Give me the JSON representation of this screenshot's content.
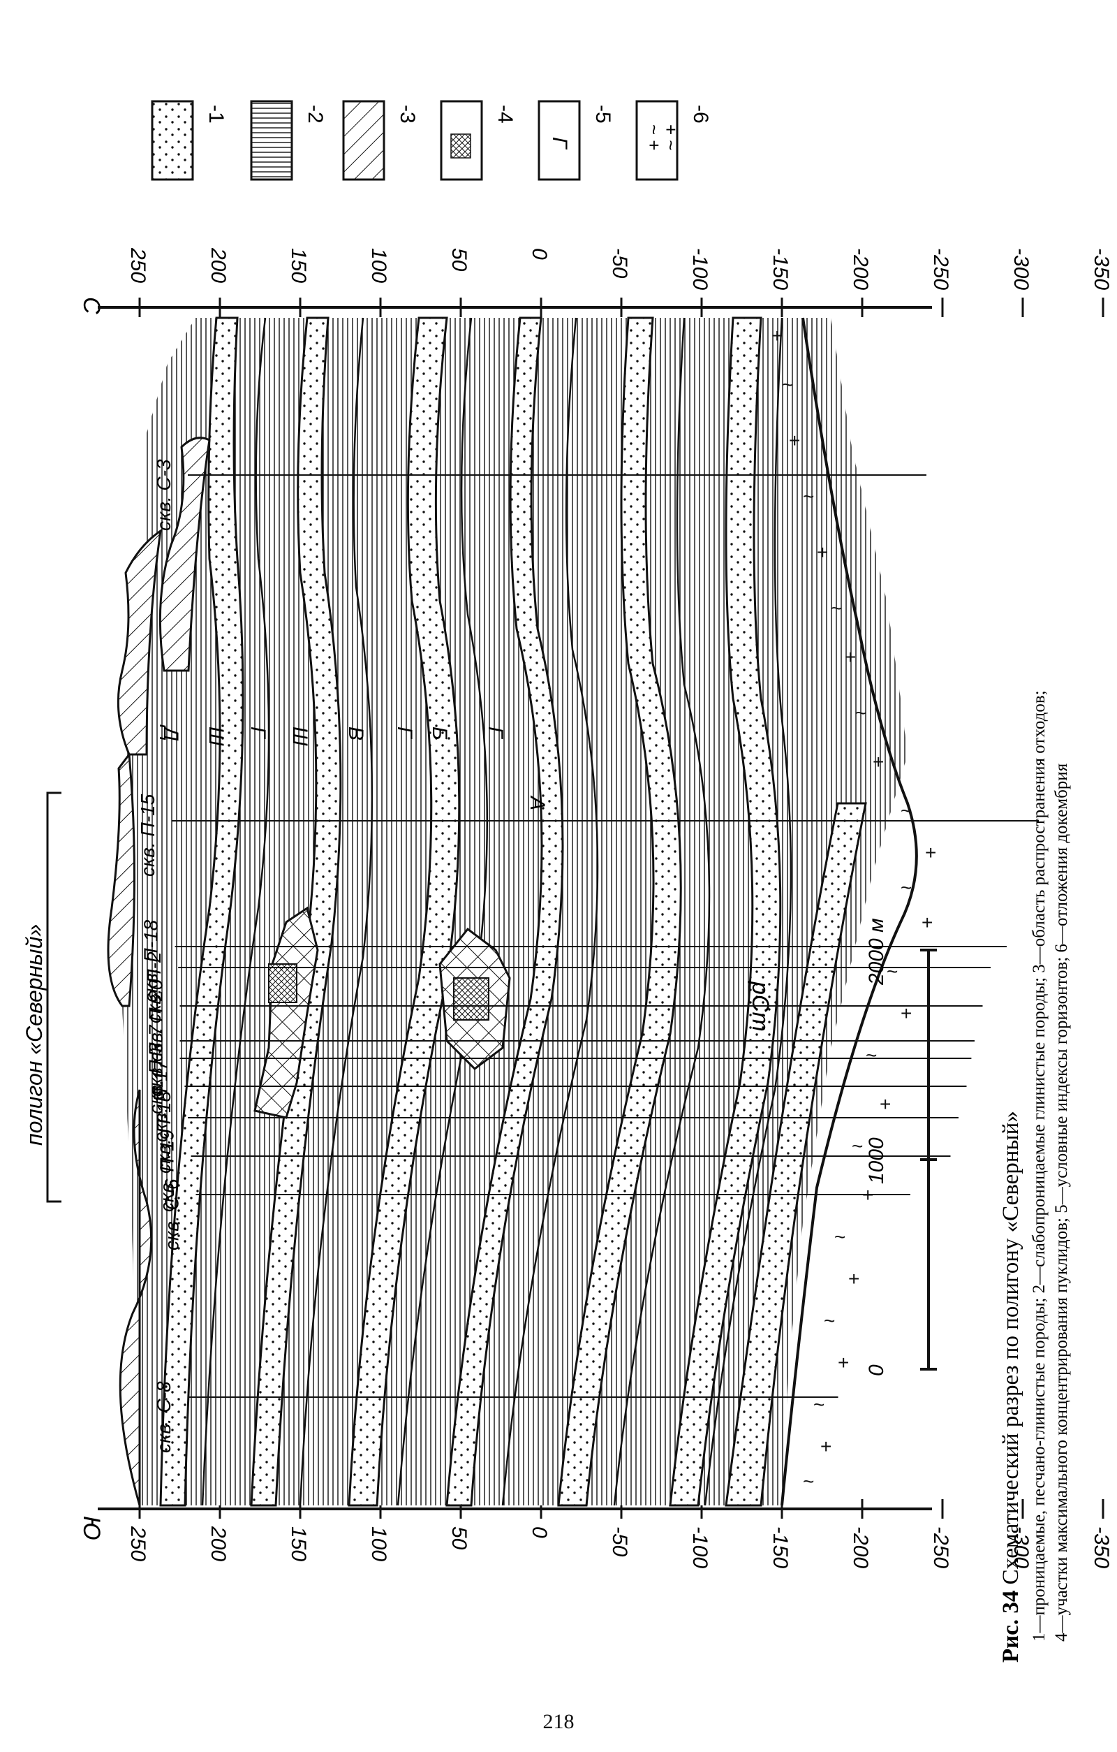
{
  "figure": {
    "caption_title_bold": "Рис. 34",
    "caption_title_rest": " Схематический разрез по полигону «Северный»",
    "caption_lines": [
      "1—проницаемые, песчано-глинистые породы;  2—слабопроницаемые  глинистые  породы;  3—область  распространения  отходов;",
      "4—участки максимального концентрирования пуклидов; 5—условные индексы горизонтов; 6—отложения докембрия"
    ],
    "direction_left": "Ю",
    "direction_right": "С",
    "elevation_ticks": [
      "250",
      "200",
      "150",
      "100",
      "50",
      "0",
      "-50",
      "-100",
      "-150",
      "-200",
      "-250",
      "-300",
      "-350"
    ],
    "elevation_values": [
      250,
      200,
      150,
      100,
      50,
      0,
      -50,
      -100,
      -150,
      -200,
      -250,
      -300,
      -350
    ],
    "scale_bar": {
      "labels": [
        "0",
        "1000",
        "2000 м"
      ],
      "values_m": [
        0,
        1000,
        2000
      ]
    },
    "polygon_label": "полигон «Северный»",
    "wells": [
      {
        "label": "скв. С-8",
        "surface_elev": 220,
        "bottom_elev": -185
      },
      {
        "label": "скв. С-6",
        "surface_elev": 215,
        "bottom_elev": -230
      },
      {
        "label": "скв. П-19",
        "surface_elev": 218,
        "bottom_elev": -255
      },
      {
        "label": "скв. П-18",
        "surface_elev": 220,
        "bottom_elev": -260
      },
      {
        "label": "скв. П-17",
        "surface_elev": 222,
        "bottom_elev": -265
      },
      {
        "label": "скв. П-3",
        "surface_elev": 225,
        "bottom_elev": -268
      },
      {
        "label": "скв. П-7",
        "surface_elev": 225,
        "bottom_elev": -270
      },
      {
        "label": "скв. П-20",
        "surface_elev": 225,
        "bottom_elev": -275
      },
      {
        "label": "скв. П-2",
        "surface_elev": 226,
        "bottom_elev": -280
      },
      {
        "label": "скв. П-18",
        "surface_elev": 228,
        "bottom_elev": -290
      },
      {
        "label": "скв. П-15",
        "surface_elev": 230,
        "bottom_elev": -310
      },
      {
        "label": "скв. С-3",
        "surface_elev": 220,
        "bottom_elev": -240
      }
    ],
    "horizon_labels": [
      "Д",
      "Ш",
      "Г",
      "Ш",
      "В",
      "Г",
      "Б",
      "Г",
      "А"
    ],
    "precambrian_label": "pCm",
    "legend": [
      {
        "number": "-1",
        "pattern": "dots"
      },
      {
        "number": "-2",
        "pattern": "vertical-lines"
      },
      {
        "number": "-3",
        "pattern": "hatch"
      },
      {
        "number": "-4",
        "pattern": "crosshatch-patch"
      },
      {
        "number": "-5",
        "pattern": "letter",
        "symbol": "Г"
      },
      {
        "number": "-6",
        "pattern": "precambrian",
        "symbol": "~ +\n+ ~"
      }
    ]
  },
  "page_number": "218"
}
